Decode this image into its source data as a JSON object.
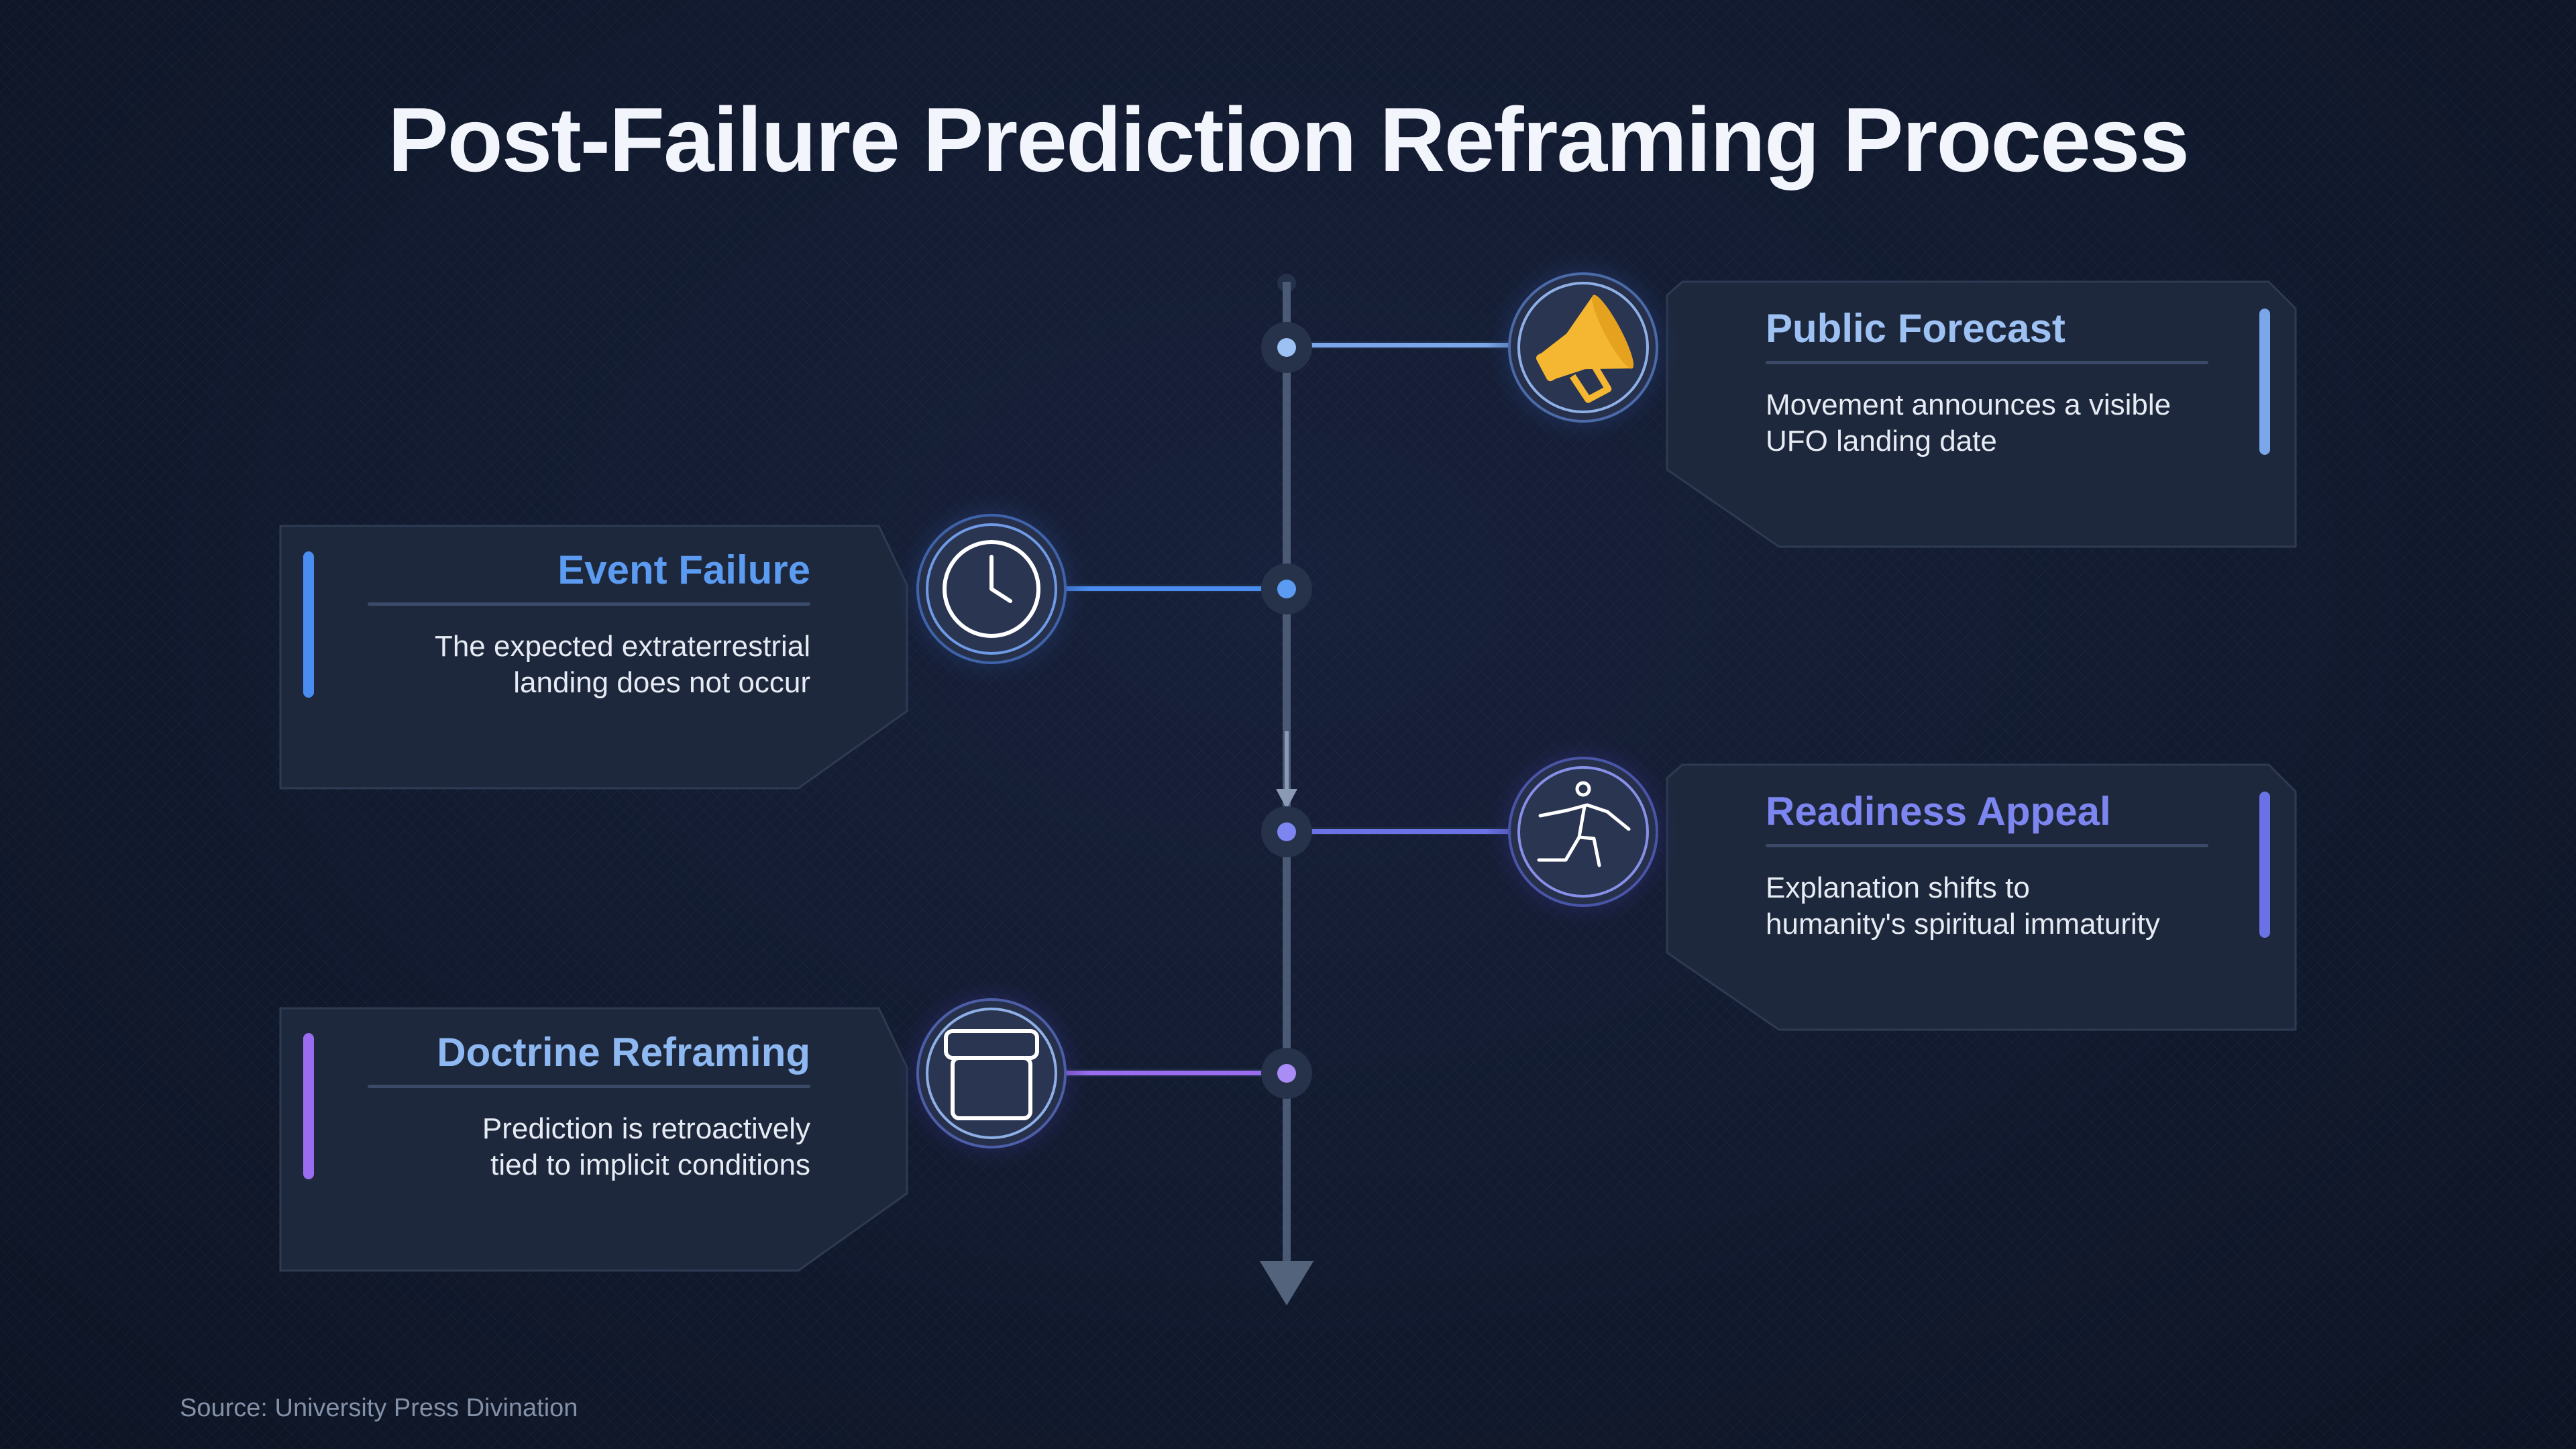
{
  "title": "Post-Failure Prediction Reframing Process",
  "source": "Source: University Press Divination",
  "steps": [
    {
      "label": "Public Forecast",
      "description_line1": "Movement announces a visible",
      "description_line2": "UFO landing date",
      "icon": "megaphone-icon",
      "accent": "#7aa6ea",
      "label_color": "#9ec1f4"
    },
    {
      "label": "Event Failure",
      "description_line1": "The expected extraterrestrial",
      "description_line2": "landing does not occur",
      "icon": "clock-icon",
      "accent": "#4a8cf0",
      "label_color": "#5b9bf2"
    },
    {
      "label": "Readiness Appeal",
      "description_line1": "Explanation shifts to",
      "description_line2": "humanity's spiritual immaturity",
      "icon": "running-figure-icon",
      "accent": "#6a72e6",
      "label_color": "#7d86f0"
    },
    {
      "label": "Doctrine Reframing",
      "description_line1": "Prediction is retroactively",
      "description_line2": "tied to implicit conditions",
      "icon": "box-icon",
      "accent": "#9a6cf0",
      "label_color": "#8db8f2"
    }
  ]
}
